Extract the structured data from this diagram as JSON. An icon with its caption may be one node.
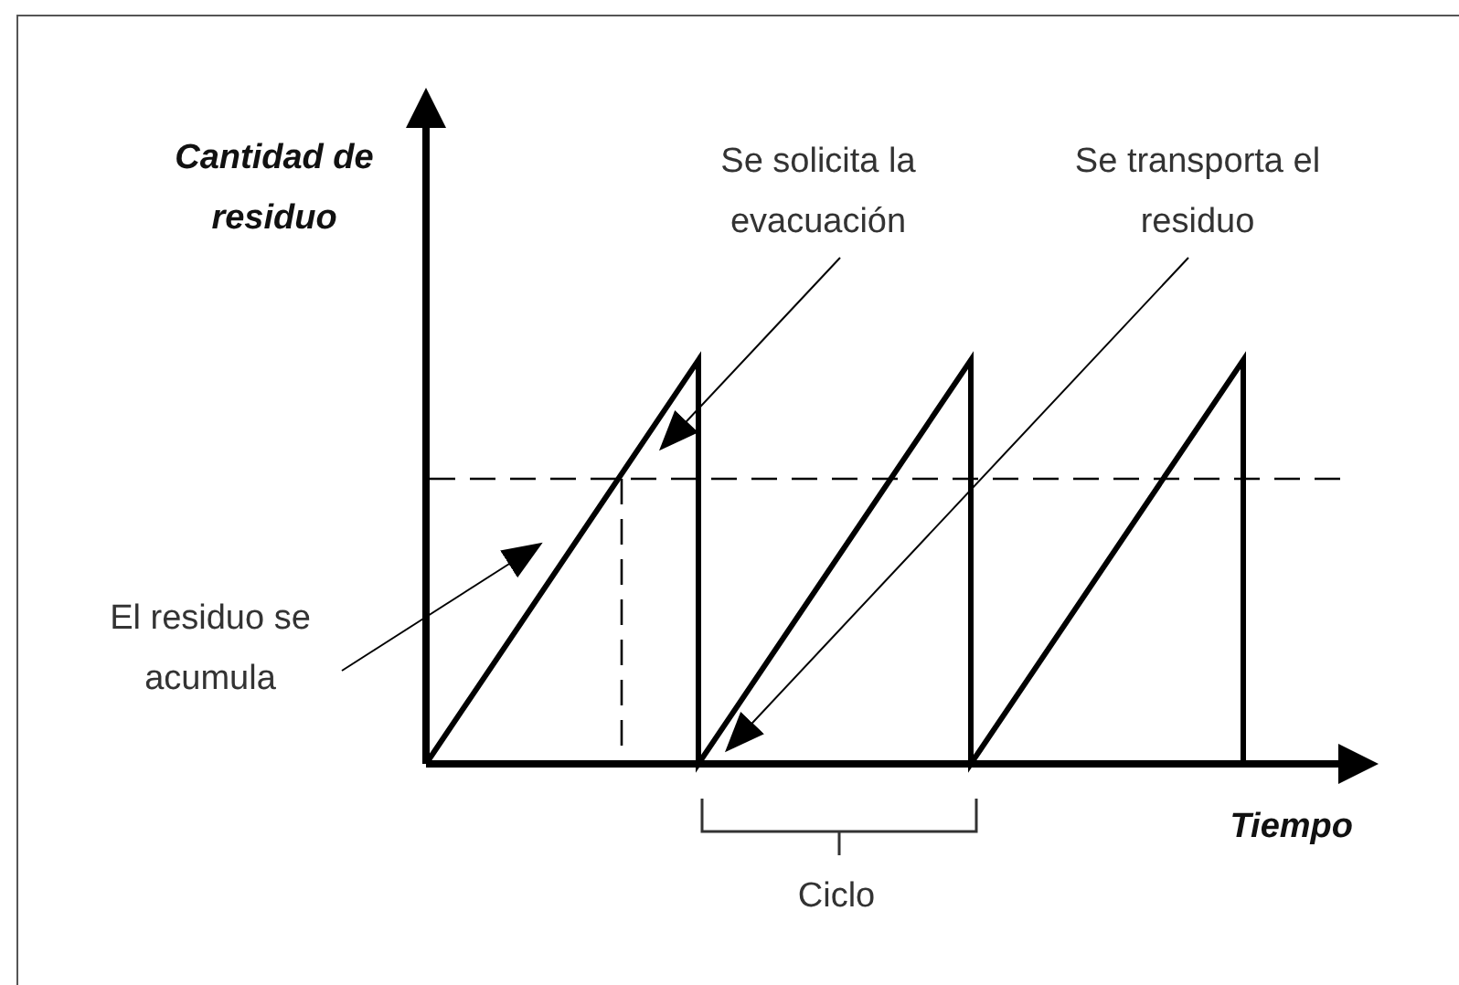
{
  "diagram": {
    "nodes": [
      {
        "text": [
          "Se solicita la evacuación"
        ]
      },
      {
        "text": [
          "Se transporta el residuo"
        ]
      },
      {
        "text": [
          "El residuo se acumula"
        ]
      }
    ],
    "edges": [
      {
        "from": 0,
        "to": null,
        "arrow": "to"
      },
      {
        "from": 1,
        "to": null,
        "arrow": "to"
      },
      {
        "from": 2,
        "to": null,
        "arrow": "to"
      }
    ],
    "labels": [
      "Cantidad de residuo",
      "Tiempo",
      "Ciclo"
    ]
  }
}
